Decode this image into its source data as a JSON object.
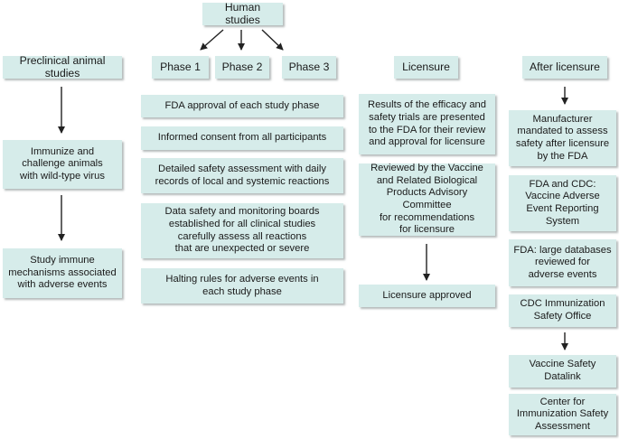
{
  "header": {
    "human_studies": "Human studies"
  },
  "columns": {
    "preclinical": {
      "title": "Preclinical animal studies",
      "boxes": [
        "Immunize and\nchallenge animals\nwith wild-type virus",
        "Study immune\nmechanisms associated\nwith adverse events"
      ]
    },
    "phases": {
      "phase1": "Phase 1",
      "phase2": "Phase 2",
      "phase3": "Phase 3",
      "boxes": [
        "FDA approval of each study phase",
        "Informed consent from all participants",
        "Detailed safety assessment with daily\nrecords of local and systemic reactions",
        "Data safety and monitoring boards\nestablished for all clinical studies\ncarefully assess all reactions\nthat are unexpected or severe",
        "Halting rules for adverse events in\neach study phase"
      ]
    },
    "licensure": {
      "title": "Licensure",
      "boxes": [
        "Results of the efficacy and\nsafety trials are presented\nto the FDA for their review\nand approval for licensure",
        "Reviewed by the Vaccine\nand Related Biological\nProducts Advisory Committee\nfor recommendations\nfor licensure",
        "Licensure approved"
      ]
    },
    "after": {
      "title": "After licensure",
      "boxes": [
        "Manufacturer\nmandated to assess\nsafety after licensure\nby the FDA",
        "FDA and CDC:\nVaccine Adverse\nEvent Reporting\nSystem",
        "FDA: large databases\nreviewed for\nadverse events",
        "CDC Immunization\nSafety Office",
        "Vaccine Safety\nDatalink",
        "Center for\nImmunization Safety\nAssessment"
      ]
    }
  },
  "colors": {
    "box_fill": "#d6ecea",
    "arrow": "#222222"
  }
}
